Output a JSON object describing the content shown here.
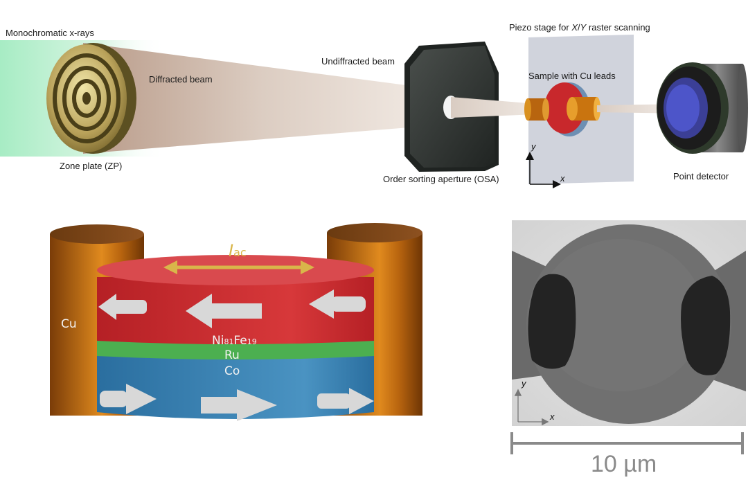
{
  "setup": {
    "source_label": "Monochromatic x-rays",
    "zone_plate_label": "Zone plate (ZP)",
    "diffracted_beam_label": "Diffracted beam",
    "undiffracted_beam_label": "Undiffracted beam",
    "osa_label": "Order sorting aperture (OSA)",
    "piezo_label_prefix": "Piezo stage for ",
    "piezo_label_x": "X",
    "piezo_label_sep": "/",
    "piezo_label_y": "Y",
    "piezo_label_suffix": " raster scanning",
    "sample_label": "Sample with Cu leads",
    "detector_label": "Point detector",
    "axis_x": "x",
    "axis_y": "y"
  },
  "sample": {
    "current_label_main": "I",
    "current_label_sub": "ac",
    "lead_label": "Cu",
    "layer_top_parts": [
      "Ni",
      "81",
      "Fe",
      "19"
    ],
    "layer_mid": "Ru",
    "layer_bottom": "Co",
    "colors": {
      "nife": "#c8282c",
      "ru": "#4caf50",
      "co": "#2f79ad",
      "cu": "#b85f12",
      "current_arrow": "#d9b64a"
    }
  },
  "image": {
    "axis_x": "x",
    "axis_y": "y",
    "scale_label": "10 µm"
  }
}
